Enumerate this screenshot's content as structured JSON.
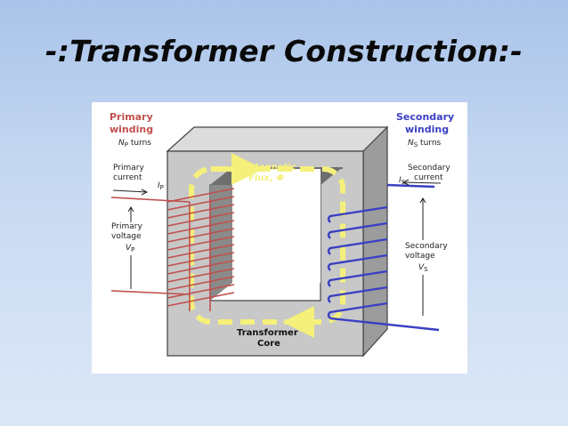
{
  "slide": {
    "title": "-:Transformer Construction:-"
  },
  "diagram": {
    "primary_winding": {
      "title_line1": "Primary",
      "title_line2": "winding",
      "turns_symbol": "N",
      "turns_sub": "P",
      "turns_text": " turns",
      "current_line1": "Primary",
      "current_line2": "current",
      "current_symbol": "I",
      "current_sub": "P",
      "voltage_line1": "Primary",
      "voltage_line2": "voltage",
      "voltage_symbol": "V",
      "voltage_sub": "P"
    },
    "secondary_winding": {
      "title_line1": "Secondary",
      "title_line2": "winding",
      "turns_symbol": "N",
      "turns_sub": "S",
      "turns_text": " turns",
      "current_line1": "Secondary",
      "current_line2": "current",
      "current_symbol": "I",
      "current_sub": "S",
      "voltage_line1": "Secondary",
      "voltage_line2": "voltage",
      "voltage_symbol": "V",
      "voltage_sub": "S"
    },
    "flux": {
      "line1": "Magnetic",
      "line2": "Flux,",
      "symbol": "Φ"
    },
    "core": {
      "line1": "Transformer",
      "line2": "Core"
    },
    "colors": {
      "primary": "#c0504d",
      "secondary": "#3a3fc2",
      "flux": "#f5f07a",
      "core_front": "#c8c8c8",
      "core_top": "#dcdcdc",
      "core_side": "#9c9c9c",
      "window": "#6e6e6e"
    }
  }
}
